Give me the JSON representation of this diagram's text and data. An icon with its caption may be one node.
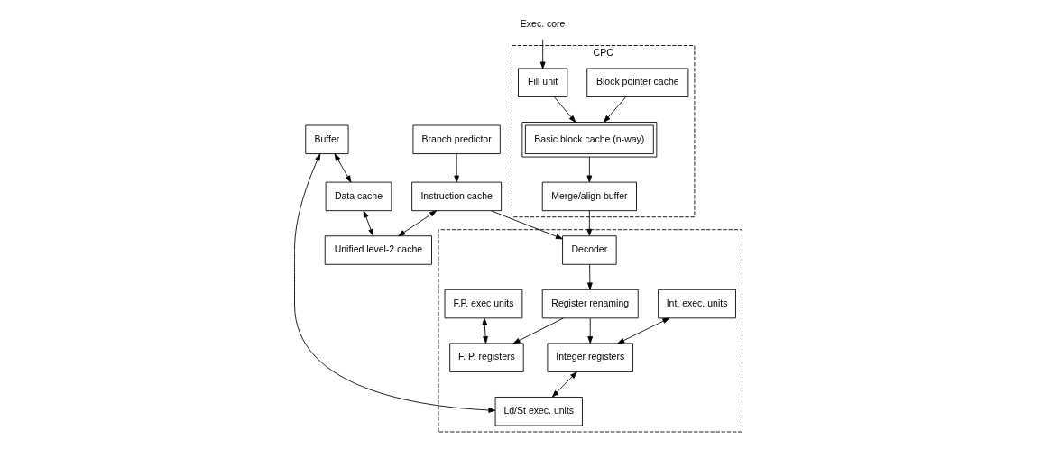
{
  "diagram": {
    "nodes": [
      {
        "text": [
          "CPC"
        ]
      },
      {
        "text": [
          "Block pointer cache"
        ],
        "in": 0
      },
      {
        "text": [
          "Basic block cache (n-way)"
        ],
        "in": 0
      },
      {
        "text": [
          "Merge/align buffer"
        ],
        "in": 0
      },
      {
        "text": [
          "Fill unit"
        ],
        "in": 0
      },
      {
        "text": [
          "Exec. core"
        ]
      },
      {
        "text": [
          "Branch predictor"
        ]
      },
      {
        "text": [
          "Instruction cache"
        ]
      },
      {
        "text": [
          "Buffer"
        ]
      },
      {
        "text": [
          "Data cache"
        ]
      },
      {
        "text": [
          "Unified level-2 cache"
        ]
      },
      {
        "text": [],
        "shape": "box"
      },
      {
        "text": [
          "Ld/St exec. units"
        ],
        "in": 11
      },
      {
        "text": [
          "Int. exec. units"
        ],
        "in": 11
      },
      {
        "text": [
          "F.P. exec units"
        ],
        "in": 11
      },
      {
        "text": [
          "Integer registers"
        ],
        "in": 11
      },
      {
        "text": [
          "F. P. registers"
        ],
        "in": 11
      },
      {
        "text": [
          "Register renaming"
        ],
        "in": 11
      },
      {
        "text": [
          "Decoder"
        ],
        "in": 11
      }
    ],
    "edges": [
      {
        "from": 1,
        "to": 2,
        "arrow": "to"
      },
      {
        "from": 4,
        "to": 2,
        "arrow": "to"
      },
      {
        "from": 2,
        "to": 3,
        "arrow": "to"
      },
      {
        "from": 5,
        "to": 4,
        "arrow": "to"
      },
      {
        "from": 3,
        "to": 18,
        "arrow": "to"
      },
      {
        "from": 6,
        "to": 7,
        "arrow": "to"
      },
      {
        "from": 7,
        "to": 18,
        "arrow": "to"
      },
      {
        "from": 7,
        "to": 10,
        "arrow": "both"
      },
      {
        "from": 8,
        "to": 9,
        "arrow": "both"
      },
      {
        "from": 9,
        "to": 10,
        "arrow": "both"
      },
      {
        "from": 8,
        "to": 12,
        "arrow": "both"
      },
      {
        "from": 15,
        "to": 12,
        "arrow": "both"
      },
      {
        "from": 13,
        "to": 15,
        "arrow": "both"
      },
      {
        "from": 14,
        "to": 16,
        "arrow": "both"
      },
      {
        "from": 17,
        "to": 15,
        "arrow": "to"
      },
      {
        "from": 17,
        "to": 16,
        "arrow": "to"
      },
      {
        "from": 18,
        "to": 17,
        "arrow": "to"
      }
    ]
  }
}
